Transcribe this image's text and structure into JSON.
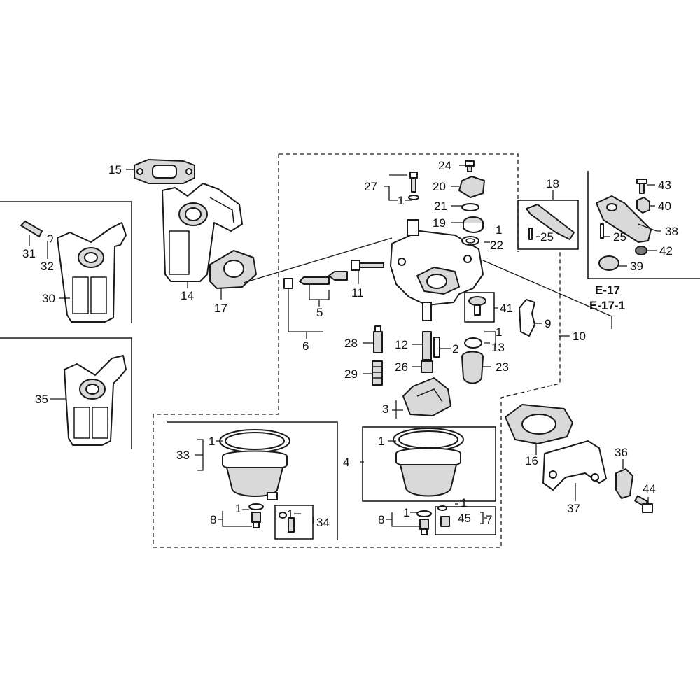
{
  "colors": {
    "ink": "#1a1a1a",
    "part_fill": "#ffffff",
    "shade": "#d9d9d9"
  },
  "callouts": [
    {
      "id": "c15",
      "text": "15"
    },
    {
      "id": "c14",
      "text": "14"
    },
    {
      "id": "c17",
      "text": "17"
    },
    {
      "id": "c31",
      "text": "31"
    },
    {
      "id": "c32",
      "text": "32"
    },
    {
      "id": "c30",
      "text": "30"
    },
    {
      "id": "c35",
      "text": "35"
    },
    {
      "id": "c27",
      "text": "27"
    },
    {
      "id": "c27a",
      "text": "1"
    },
    {
      "id": "c24",
      "text": "24"
    },
    {
      "id": "c20",
      "text": "20"
    },
    {
      "id": "c21",
      "text": "21"
    },
    {
      "id": "c19",
      "text": "19"
    },
    {
      "id": "c19a",
      "text": "1"
    },
    {
      "id": "c22",
      "text": "22"
    },
    {
      "id": "c18",
      "text": "18"
    },
    {
      "id": "c25a",
      "text": "25"
    },
    {
      "id": "c43",
      "text": "43"
    },
    {
      "id": "c40",
      "text": "40"
    },
    {
      "id": "c25b",
      "text": "25"
    },
    {
      "id": "c38",
      "text": "38"
    },
    {
      "id": "c42",
      "text": "42"
    },
    {
      "id": "c39",
      "text": "39"
    },
    {
      "id": "c11",
      "text": "11"
    },
    {
      "id": "c5",
      "text": "5"
    },
    {
      "id": "c6",
      "text": "6"
    },
    {
      "id": "c41",
      "text": "41"
    },
    {
      "id": "c9",
      "text": "9"
    },
    {
      "id": "c10",
      "text": "10"
    },
    {
      "id": "c28",
      "text": "28"
    },
    {
      "id": "c29",
      "text": "29"
    },
    {
      "id": "c12",
      "text": "12"
    },
    {
      "id": "c2",
      "text": "2"
    },
    {
      "id": "c13a",
      "text": "1"
    },
    {
      "id": "c13",
      "text": "13"
    },
    {
      "id": "c26",
      "text": "26"
    },
    {
      "id": "c23",
      "text": "23"
    },
    {
      "id": "c3",
      "text": "3"
    },
    {
      "id": "c33a",
      "text": "1"
    },
    {
      "id": "c33",
      "text": "33"
    },
    {
      "id": "c8aa",
      "text": "1"
    },
    {
      "id": "c8a",
      "text": "8"
    },
    {
      "id": "c34a",
      "text": "1"
    },
    {
      "id": "c34",
      "text": "34"
    },
    {
      "id": "c4a",
      "text": "1"
    },
    {
      "id": "c4",
      "text": "4"
    },
    {
      "id": "c7a",
      "text": "1"
    },
    {
      "id": "c45",
      "text": "45"
    },
    {
      "id": "c7",
      "text": "7"
    },
    {
      "id": "c8ba",
      "text": "1"
    },
    {
      "id": "c8b",
      "text": "8"
    },
    {
      "id": "c16",
      "text": "16"
    },
    {
      "id": "c37",
      "text": "37"
    },
    {
      "id": "c36",
      "text": "36"
    },
    {
      "id": "c44",
      "text": "44"
    }
  ],
  "references": [
    {
      "id": "r1",
      "text": "E-17"
    },
    {
      "id": "r2",
      "text": "E-17-1"
    }
  ]
}
